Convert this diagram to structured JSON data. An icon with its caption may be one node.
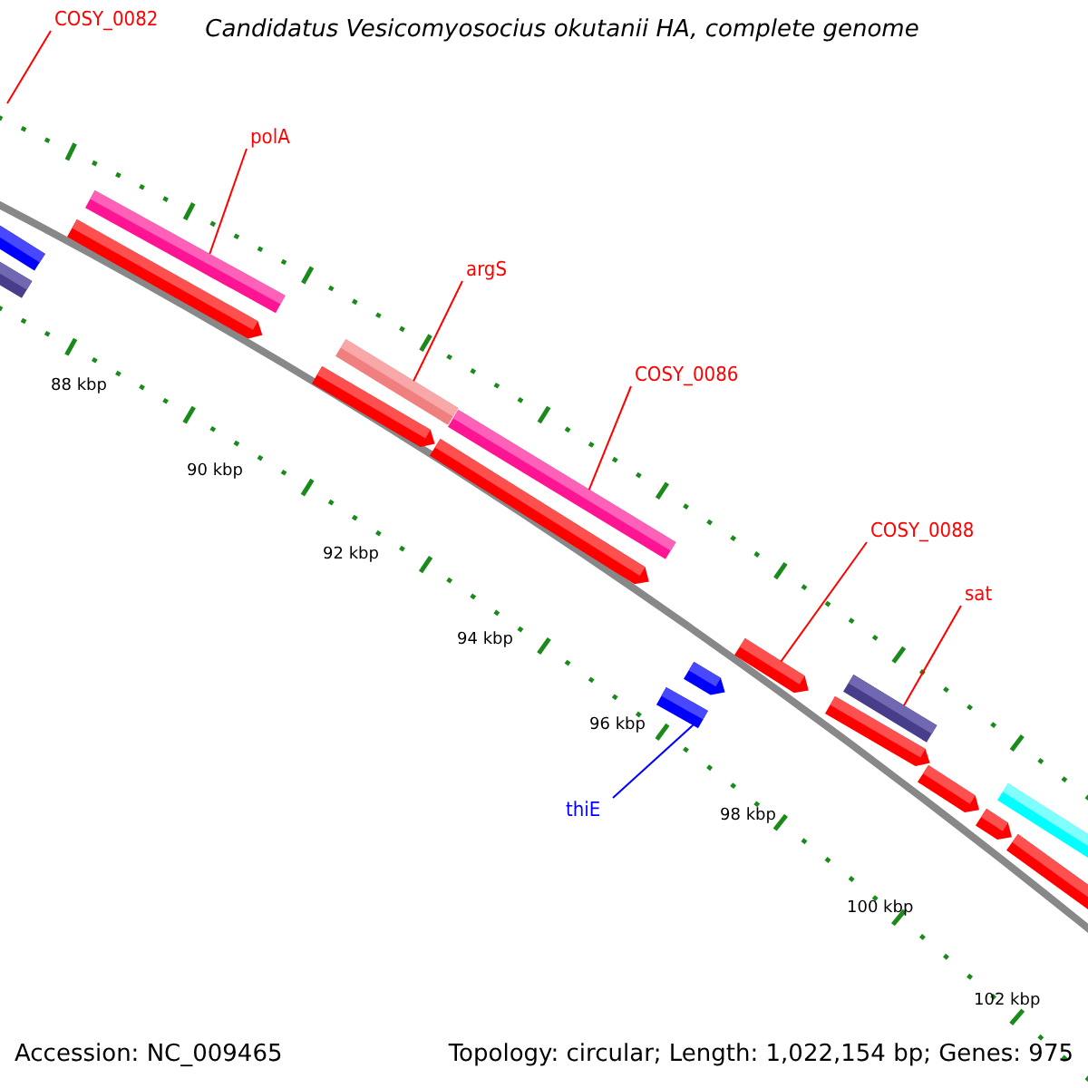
{
  "diagram": {
    "title": "Candidatus Vesicomyosocius okutanii HA, complete genome",
    "nodes": [
      {
        "text": [
          "COSY_0082"
        ]
      },
      {
        "text": [],
        "shape": "bar"
      },
      {
        "text": [],
        "shape": "bar"
      },
      {
        "text": [],
        "shape": "bar"
      },
      {
        "text": [
          "polA"
        ]
      },
      {
        "text": [],
        "shape": "bar"
      },
      {
        "text": [],
        "shape": "bar"
      },
      {
        "text": [
          "argS"
        ]
      },
      {
        "text": [],
        "shape": "bar"
      },
      {
        "text": [],
        "shape": "bar"
      },
      {
        "text": [
          "COSY_0086"
        ]
      },
      {
        "text": [],
        "shape": "bar"
      },
      {
        "text": [
          "thiE"
        ]
      },
      {
        "text": [],
        "shape": "bar"
      },
      {
        "text": [],
        "shape": "bar"
      },
      {
        "text": [
          "COSY_0088"
        ]
      },
      {
        "text": [],
        "shape": "bar"
      },
      {
        "text": [],
        "shape": "bar"
      },
      {
        "text": [
          "sat"
        ]
      },
      {
        "text": [],
        "shape": "bar"
      },
      {
        "text": [],
        "shape": "bar"
      },
      {
        "text": [],
        "shape": "bar"
      },
      {
        "text": [],
        "shape": "bar"
      },
      {
        "text": [],
        "shape": "bar"
      }
    ],
    "edges": [
      {
        "from": 0,
        "to": null,
        "arrow": "none"
      },
      {
        "from": 4,
        "to": 5,
        "arrow": "none"
      },
      {
        "from": 7,
        "to": 8,
        "arrow": "none"
      },
      {
        "from": 10,
        "to": 11,
        "arrow": "none"
      },
      {
        "from": 15,
        "to": 16,
        "arrow": "none"
      },
      {
        "from": 18,
        "to": 19,
        "arrow": "none"
      },
      {
        "from": 12,
        "to": 13,
        "arrow": "none",
        "color": "#0000ff"
      }
    ],
    "labels": [
      "88 kbp",
      "90 kbp",
      "92 kbp",
      "94 kbp",
      "96 kbp",
      "98 kbp",
      "100 kbp",
      "102 kbp",
      "Accession: NC_009465",
      "Topology: circular; Length: 1,022,154 bp; Genes: 975"
    ]
  }
}
